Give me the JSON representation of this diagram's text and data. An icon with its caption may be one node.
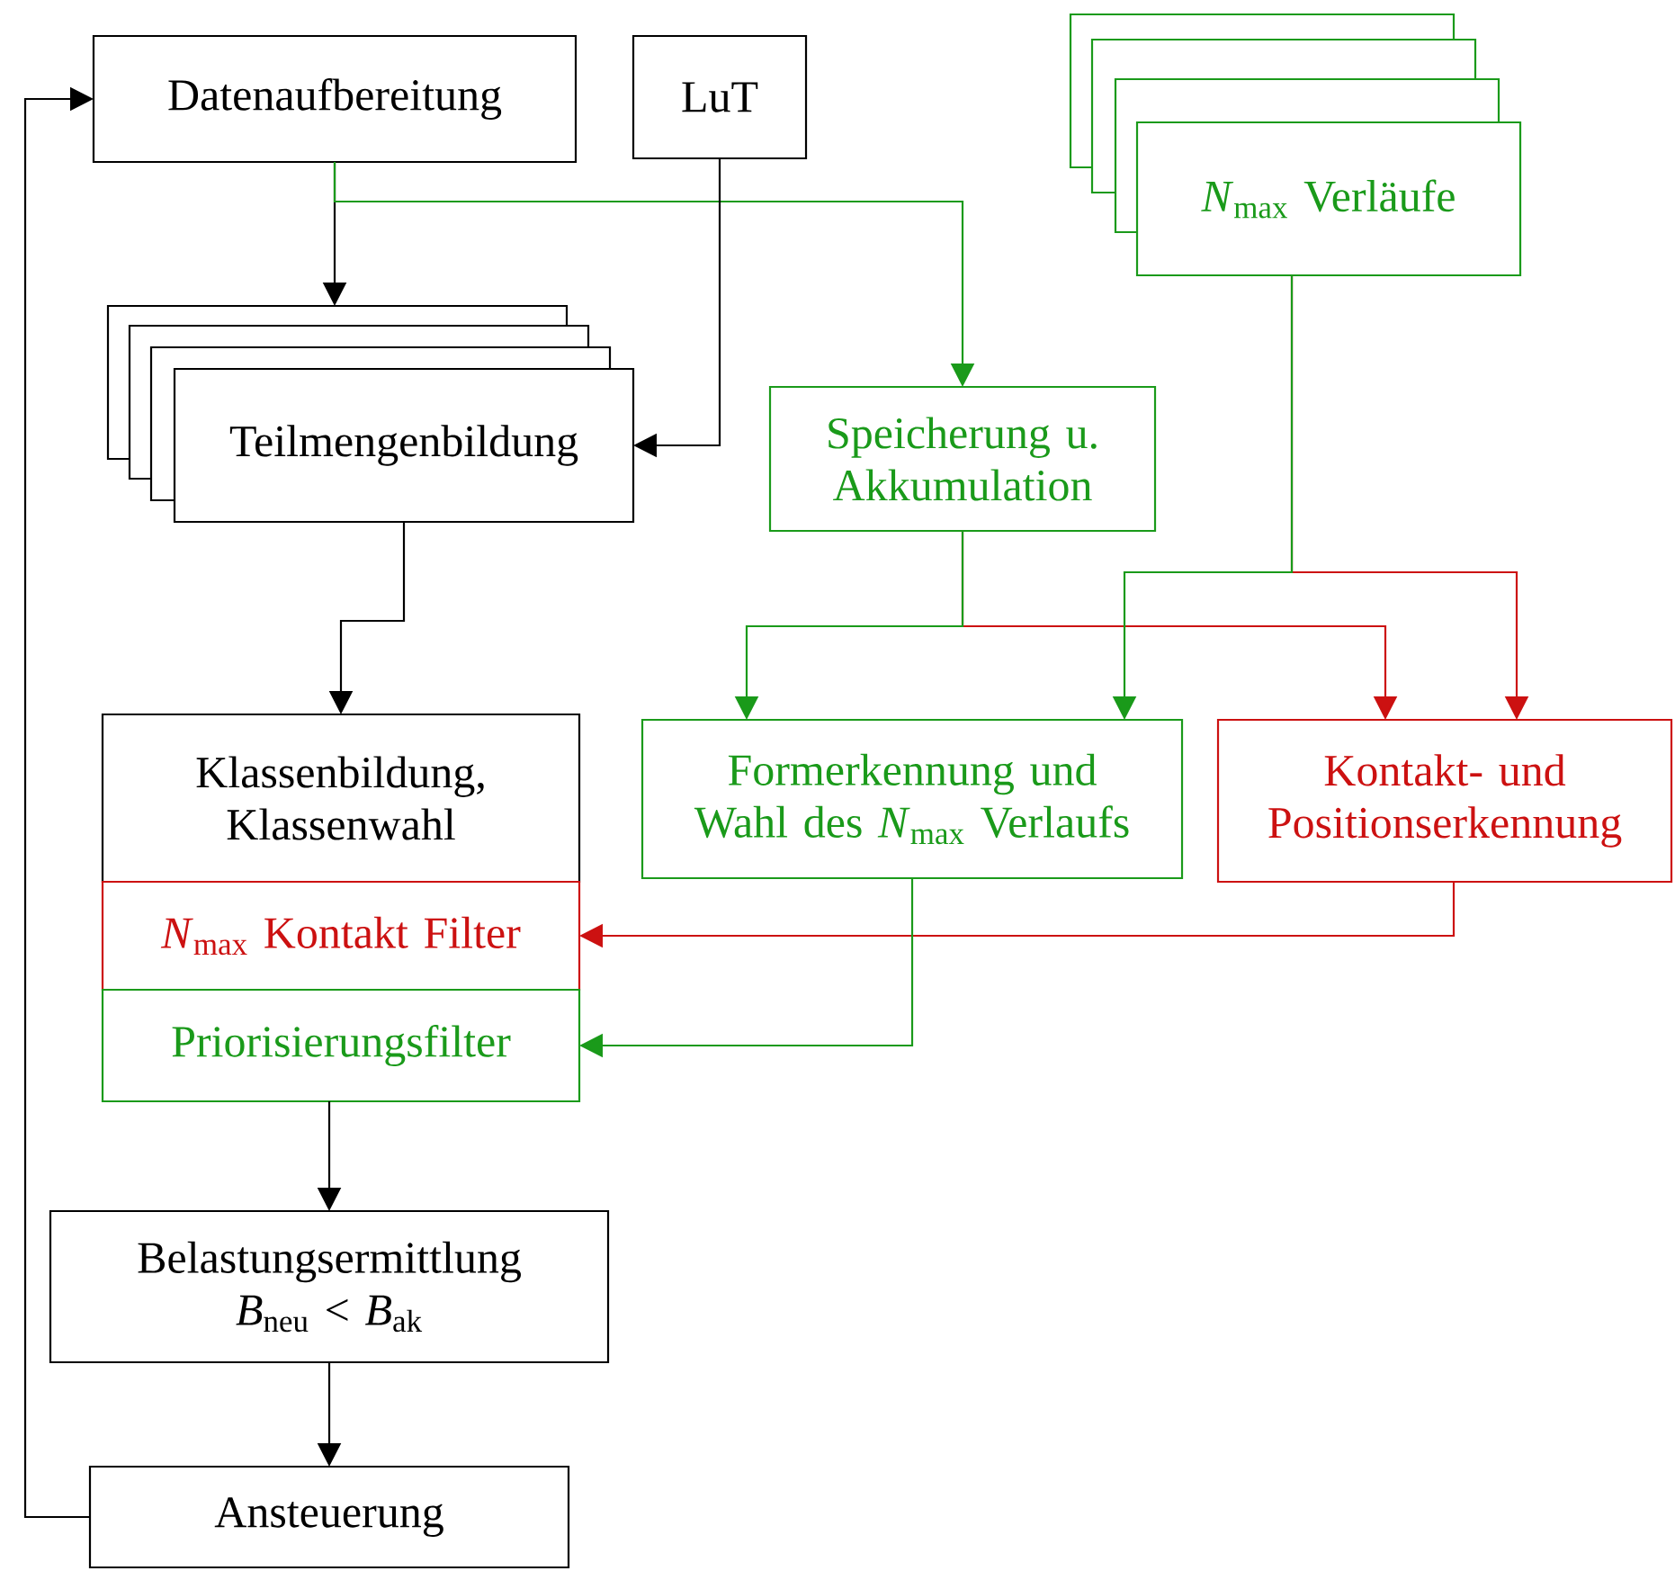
{
  "diagram": {
    "nodes": [
      {
        "text": [
          "Datenaufbereitung"
        ]
      },
      {
        "text": [
          "LuT"
        ]
      },
      {
        "text": [
          "*N*$_{max}$ Verläufe"
        ]
      },
      {
        "text": [
          "Teilmengenbildung"
        ]
      },
      {
        "text": [
          "Speicherung u. Akkumulation"
        ]
      },
      {
        "text": [
          "Klassenbildung, Klassenwahl"
        ]
      },
      {
        "text": [
          "*N*$_{max}$ Kontakt Filter"
        ]
      },
      {
        "text": [
          "Priorisierungsfilter"
        ]
      },
      {
        "text": [
          "Formerkennung und Wahl des *N*$_{max}$ Verlaufs"
        ]
      },
      {
        "text": [
          "Kontakt- und Positionserkennung"
        ]
      },
      {
        "text": [
          "Belastungsermittlung",
          "*B*$_{neu}$ < *B*$_{ak}$"
        ]
      },
      {
        "text": [
          "Ansteuerung"
        ]
      }
    ],
    "edges": [
      {
        "from": 0,
        "to": 3,
        "arrow": "to"
      },
      {
        "from": 0,
        "to": 4,
        "arrow": "to",
        "color": "#1a9a1a"
      },
      {
        "from": 1,
        "to": 3,
        "arrow": "to"
      },
      {
        "from": 3,
        "to": 5,
        "arrow": "to"
      },
      {
        "from": 4,
        "to": 9,
        "arrow": "to",
        "color": "#cc1111"
      },
      {
        "from": 4,
        "to": 8,
        "arrow": "to",
        "color": "#1a9a1a"
      },
      {
        "from": 2,
        "to": 9,
        "arrow": "to",
        "color": "#cc1111"
      },
      {
        "from": 2,
        "to": 8,
        "arrow": "to",
        "color": "#1a9a1a"
      },
      {
        "from": 9,
        "to": 6,
        "arrow": "to",
        "color": "#cc1111"
      },
      {
        "from": 8,
        "to": 7,
        "arrow": "to",
        "color": "#1a9a1a"
      },
      {
        "from": 7,
        "to": 10,
        "arrow": "to"
      },
      {
        "from": 10,
        "to": 11,
        "arrow": "to"
      },
      {
        "from": 11,
        "to": 0,
        "arrow": "to"
      }
    ]
  }
}
